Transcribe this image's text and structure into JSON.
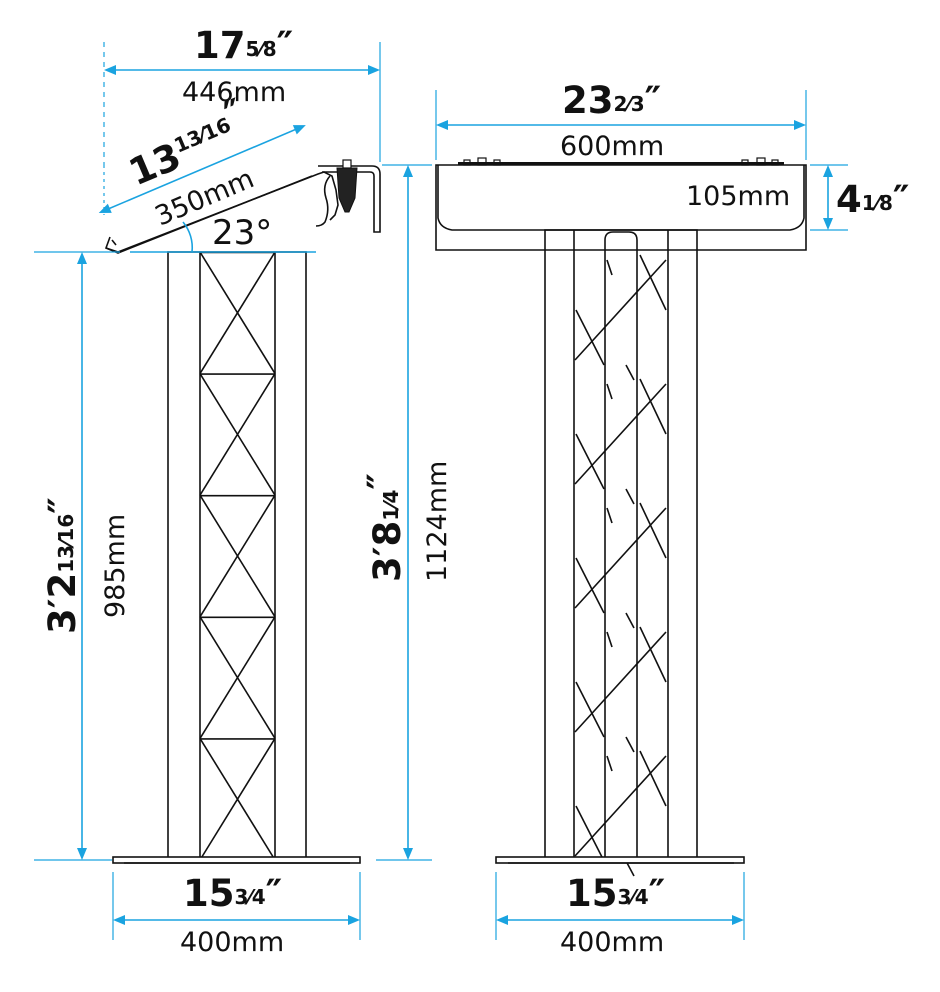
{
  "colors": {
    "dimension_line": "#1aa3e0",
    "outline": "#111111",
    "background": "#ffffff"
  },
  "side_view": {
    "top_width_in_whole": "17",
    "top_width_in_frac": "5⁄8",
    "top_width_in_mark": "″",
    "top_width_mm": "446mm",
    "slope_len_in_whole": "13",
    "slope_len_in_frac": "13⁄16",
    "slope_len_in_mark": "″",
    "slope_len_mm": "350mm",
    "angle": "23°",
    "height_in_whole": "3′2",
    "height_in_frac": "13⁄16",
    "height_in_mark": "″",
    "height_mm": "985mm",
    "base_in_whole": "15",
    "base_in_frac": "3⁄4",
    "base_in_mark": "″",
    "base_mm": "400mm"
  },
  "front_view": {
    "top_width_in_whole": "23",
    "top_width_in_frac": "2⁄3",
    "top_width_in_mark": "″",
    "top_width_mm": "600mm",
    "depth_mm": "105mm",
    "depth_in_whole": "4",
    "depth_in_frac": "1⁄8",
    "depth_in_mark": "″",
    "height_in_whole": "3′8",
    "height_in_frac": "1⁄4",
    "height_in_mark": "″",
    "height_mm": "1124mm",
    "base_in_whole": "15",
    "base_in_frac": "3⁄4",
    "base_in_mark": "″",
    "base_mm": "400mm"
  }
}
